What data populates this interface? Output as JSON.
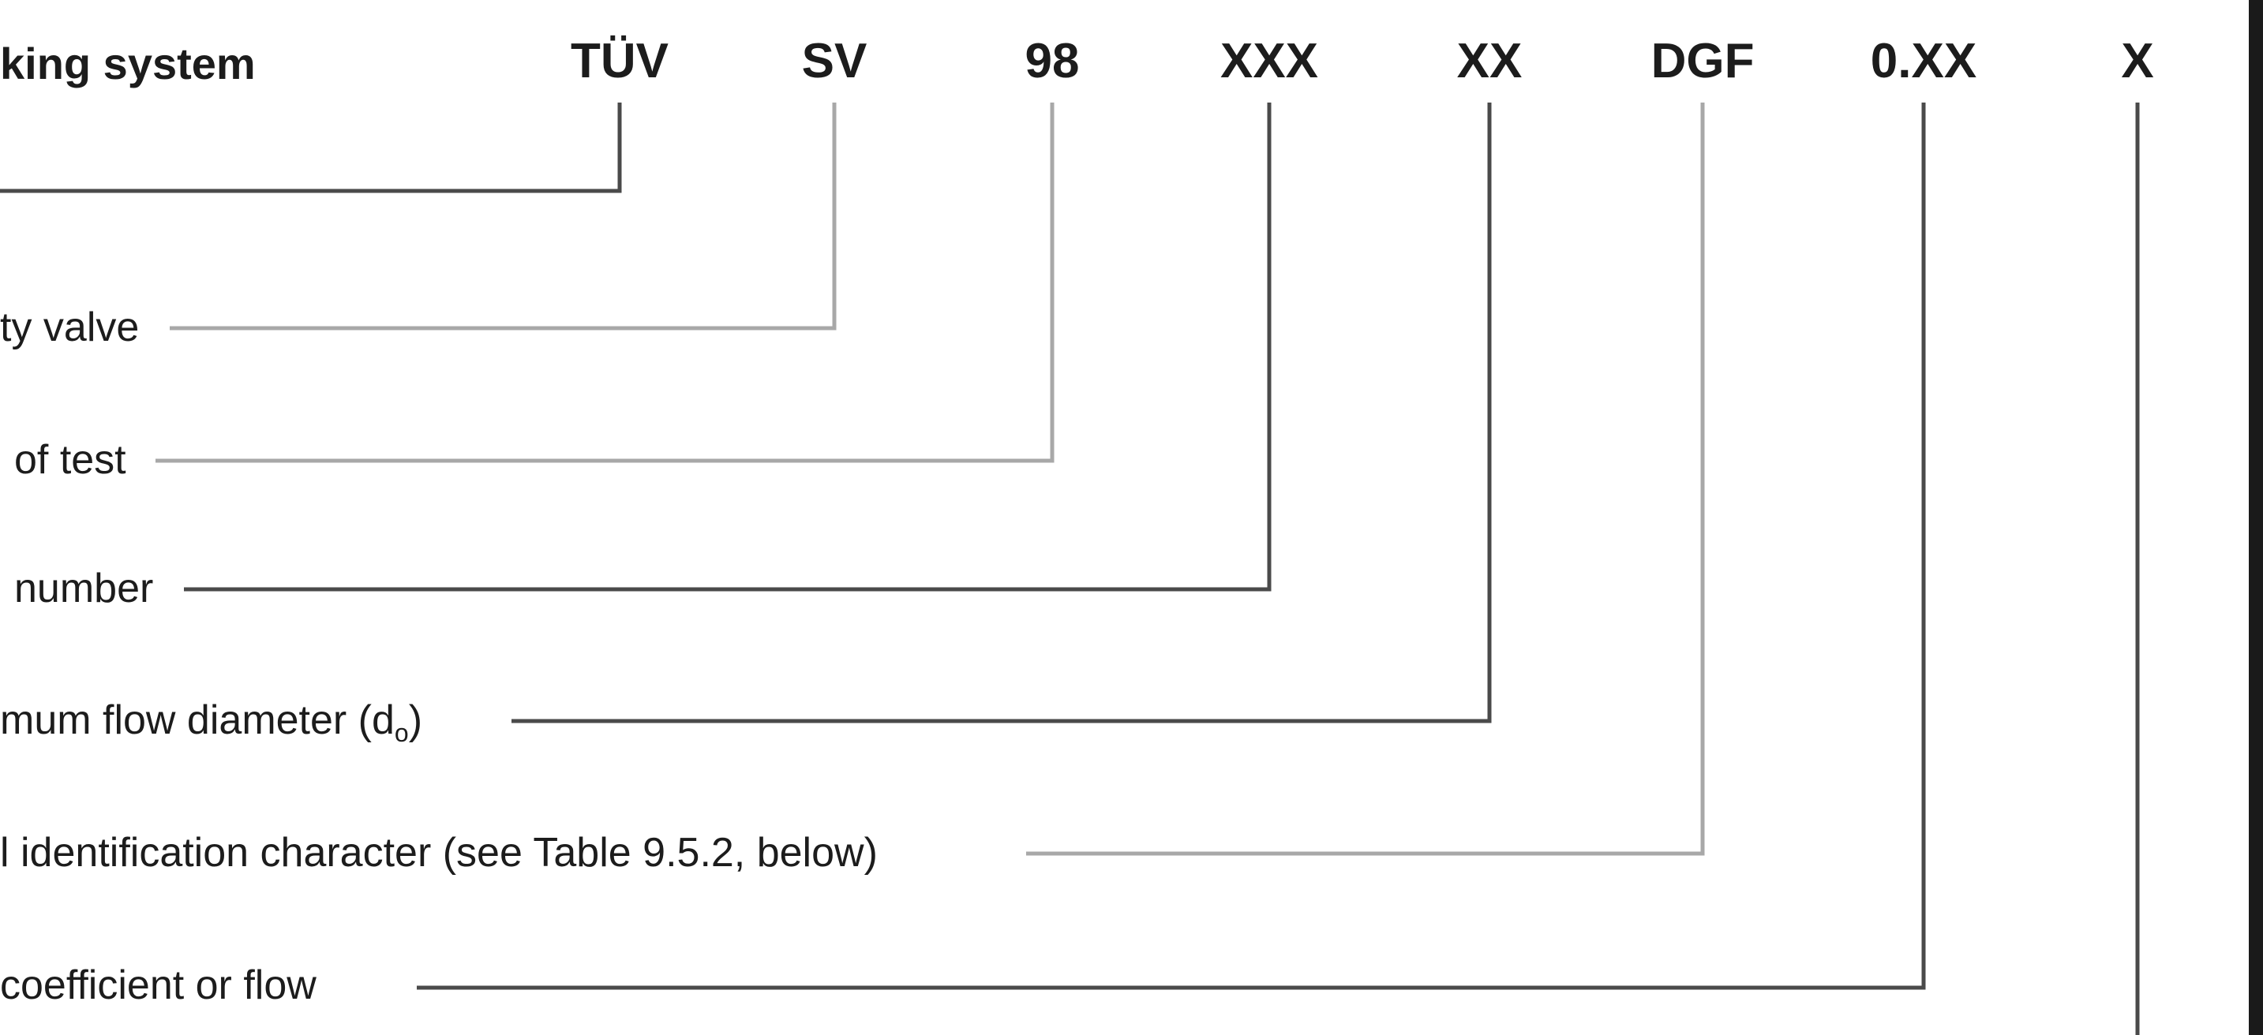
{
  "header_label": "king system",
  "codes": [
    {
      "text": "TÜV"
    },
    {
      "text": "SV"
    },
    {
      "text": "98"
    },
    {
      "text": "XXX"
    },
    {
      "text": "XX"
    },
    {
      "text": "DGF"
    },
    {
      "text": "0.XX"
    },
    {
      "text": "X"
    }
  ],
  "rows": [
    {
      "label": "ty valve"
    },
    {
      "label": "of test"
    },
    {
      "label": "number"
    },
    {
      "label": "mum flow diameter (d",
      "subscript": "o",
      "suffix": ")"
    },
    {
      "label": "l identification character (see Table 9.5.2, below)"
    },
    {
      "label": "coefficient or flow"
    }
  ]
}
